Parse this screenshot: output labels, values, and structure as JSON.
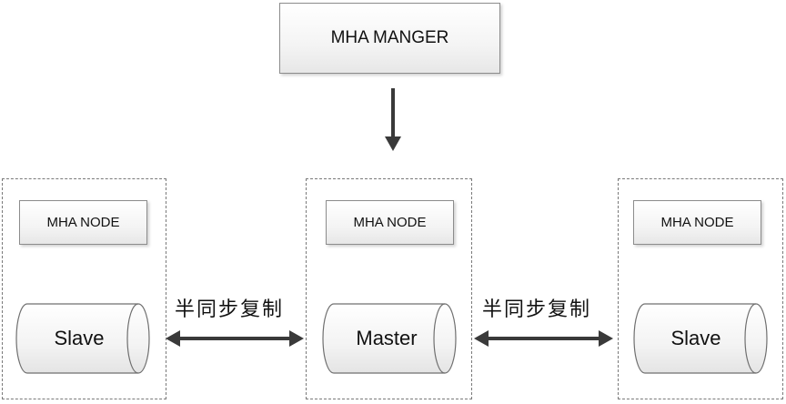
{
  "manager": {
    "label": "MHA MANGER"
  },
  "nodes": [
    {
      "node_label": "MHA NODE",
      "db_label": "Slave"
    },
    {
      "node_label": "MHA NODE",
      "db_label": "Master"
    },
    {
      "node_label": "MHA NODE",
      "db_label": "Slave"
    }
  ],
  "links": [
    {
      "label": "半同步复制"
    },
    {
      "label": "半同步复制"
    }
  ],
  "colors": {
    "arrow": "#3a3a3a",
    "border": "#8c8c8c",
    "dash": "#7a7a7a"
  }
}
